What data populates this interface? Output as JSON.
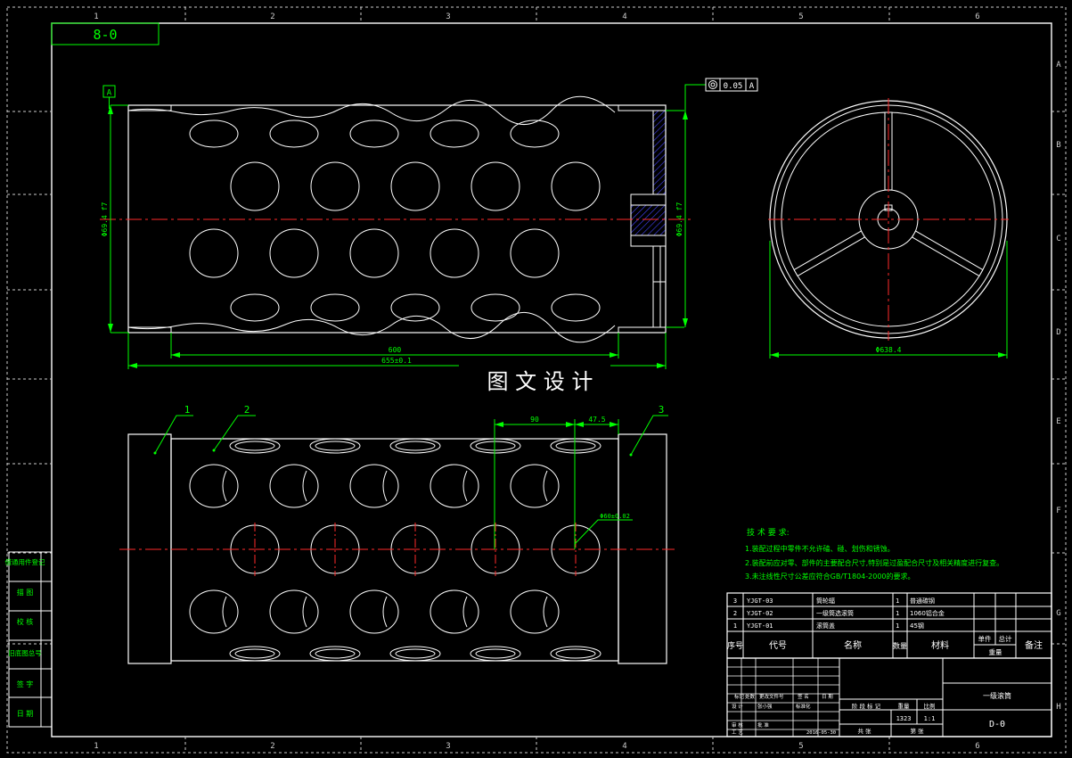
{
  "colors": {
    "background": "#000000",
    "frame": "#ffffff",
    "dimension": "#00ff00",
    "centerline": "#ff2a2a",
    "hatch": "#4444ff",
    "text": "#ffffff"
  },
  "sheet": {
    "border_top_numbers": [
      "1",
      "2",
      "3",
      "4",
      "5",
      "6"
    ],
    "border_bottom_numbers": [
      "1",
      "2",
      "3",
      "4",
      "5",
      "6"
    ],
    "border_right_letters": [
      "A",
      "B",
      "C",
      "D",
      "E",
      "F",
      "G",
      "H"
    ],
    "drawing_code_box": "8-0",
    "watermark": "图 文 设 计"
  },
  "annotations": {
    "datum": "A",
    "tolerance_value": "0.05",
    "tolerance_datum": "A",
    "length_inner": "600",
    "length_total": "655±0.1",
    "dia_left": "Φ69.4 f7",
    "dia_right": "Φ69.4 f7",
    "end_view_dia": "Φ638.4",
    "pitch_dim": "90",
    "offset_dim": "47.5",
    "hole_callout": "Φ60±0.02",
    "balloon_1": "1",
    "balloon_2": "2",
    "balloon_3": "3"
  },
  "tech_requirements": {
    "title": "技 术 要 求:",
    "items": [
      "1.装配过程中零件不允许磕、碰、划伤和锈蚀。",
      "2.装配前应对零、部件的主要配合尺寸,特别是过盈配合尺寸及相关精度进行复查。",
      "3.未注线性尺寸公差应符合GB/T1804-2000的要求。"
    ]
  },
  "left_stamps": [
    "借通用件登记",
    "描 图",
    "校 核",
    "旧底图总号",
    "签 字",
    "日 期"
  ],
  "bom": {
    "rows": [
      {
        "no": "3",
        "code": "YJGT-03",
        "name": "筒轮辐",
        "qty": "1",
        "material": "普通碳钢"
      },
      {
        "no": "2",
        "code": "YJGT-02",
        "name": "一级筒选滚筒",
        "qty": "1",
        "material": "1060铝合金"
      },
      {
        "no": "1",
        "code": "YJGT-01",
        "name": "滚筒盖",
        "qty": "1",
        "material": "45钢"
      }
    ],
    "headers": {
      "no": "序号",
      "code": "代号",
      "name": "名称",
      "qty": "数量",
      "material": "材料",
      "unit": "单件",
      "total": "总计",
      "weight": "重量",
      "remark": "备注"
    }
  },
  "title_block": {
    "part_name": "一级滚筒",
    "drawing_no": "D-0",
    "labels": {
      "mark": "标记",
      "count": "处数",
      "change_file": "更改文件号",
      "signature": "签 名",
      "date": "日 期",
      "design": "设 计",
      "standardize": "标准化",
      "stage_mark": "阶 段 标 记",
      "weight": "重量",
      "scale": "比例",
      "review": "审 核",
      "process": "工 艺",
      "approve": "批 准",
      "sheet": "共 张",
      "page": "第 张"
    },
    "weight_val": "1323",
    "scale_val": "1:1",
    "design_name": "张小强",
    "date_val": "2016-05-30"
  }
}
